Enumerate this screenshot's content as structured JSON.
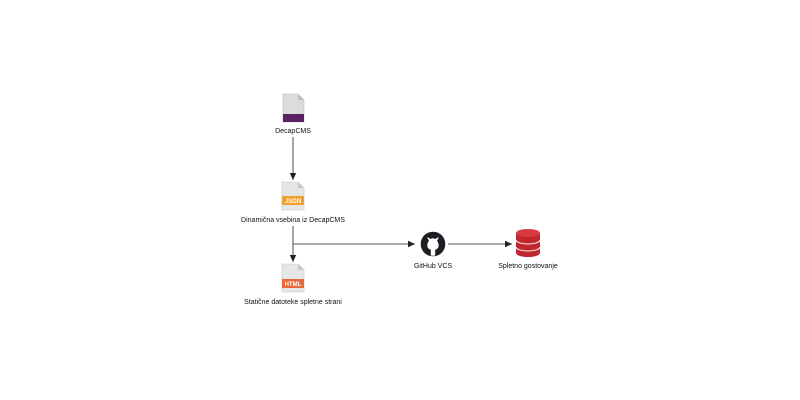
{
  "nodes": {
    "decapcms": {
      "label": "DecapCMS",
      "icon": "document-icon",
      "accent": "#5b2162"
    },
    "json": {
      "label": "Dinamična vsebina iz DecapCMS",
      "icon": "json-file-icon",
      "tag": "JSON",
      "accent": "#f0a030"
    },
    "html": {
      "label": "Statične datoteke spletne strani",
      "icon": "html-file-icon",
      "tag": "HTML",
      "accent": "#e86a3a"
    },
    "github": {
      "label": "GitHub VCS",
      "icon": "github-icon",
      "accent": "#1b1f23"
    },
    "hosting": {
      "label": "Spletno gostovanje",
      "icon": "database-icon",
      "accent": "#c0262d"
    }
  }
}
